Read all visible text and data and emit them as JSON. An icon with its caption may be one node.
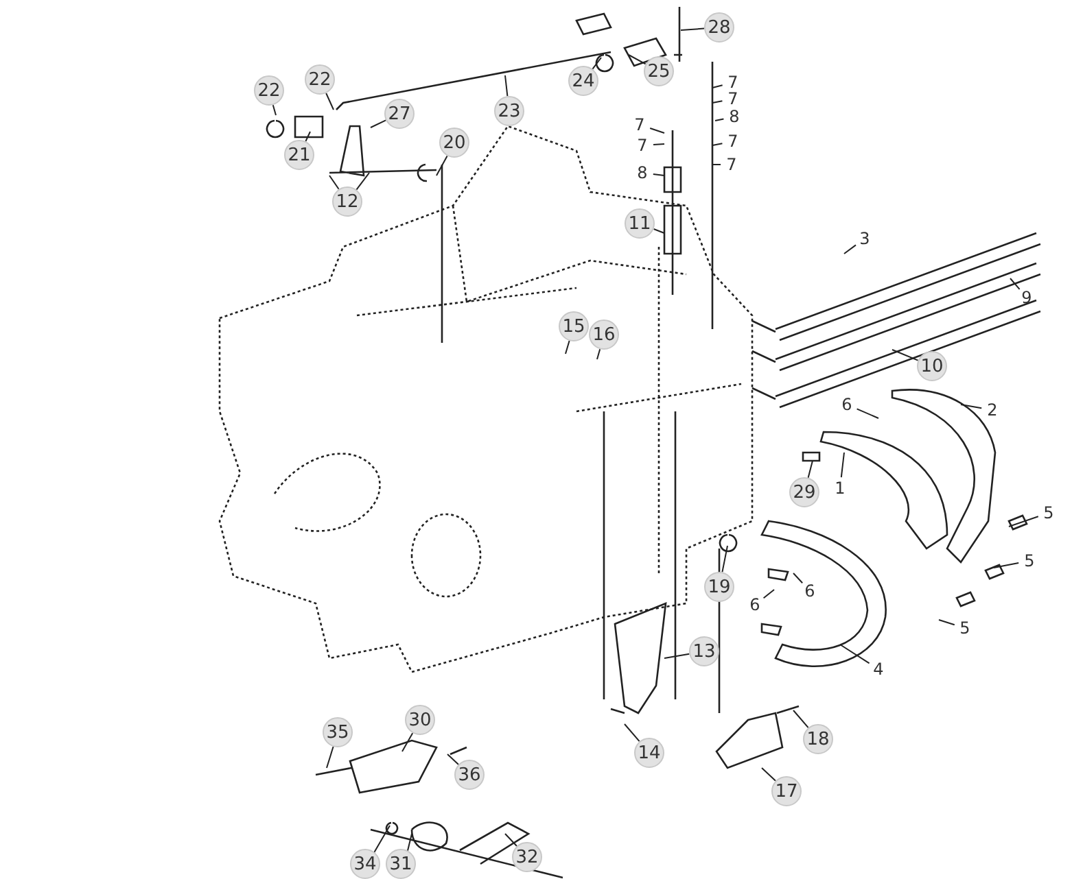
{
  "diagram": {
    "nodes": [
      {
        "text": [
          "28"
        ]
      },
      {
        "text": [
          "25"
        ]
      },
      {
        "text": [
          "24"
        ]
      },
      {
        "text": [
          "22"
        ]
      },
      {
        "text": [
          "22"
        ]
      },
      {
        "text": [
          "27"
        ]
      },
      {
        "text": [
          "23"
        ]
      },
      {
        "text": [
          "21"
        ]
      },
      {
        "text": [
          "20"
        ]
      },
      {
        "text": [
          "12"
        ]
      },
      {
        "text": [
          "7"
        ]
      },
      {
        "text": [
          "7"
        ]
      },
      {
        "text": [
          "8"
        ]
      },
      {
        "text": [
          "7"
        ]
      },
      {
        "text": [
          "7"
        ]
      },
      {
        "text": [
          "8"
        ]
      },
      {
        "text": [
          "7"
        ]
      },
      {
        "text": [
          "7"
        ]
      },
      {
        "text": [
          "11"
        ]
      },
      {
        "text": [
          "3"
        ]
      },
      {
        "text": [
          "9"
        ]
      },
      {
        "text": [
          "15"
        ]
      },
      {
        "text": [
          "16"
        ]
      },
      {
        "text": [
          "10"
        ]
      },
      {
        "text": [
          "2"
        ]
      },
      {
        "text": [
          "6"
        ]
      },
      {
        "text": [
          "29"
        ]
      },
      {
        "text": [
          "1"
        ]
      },
      {
        "text": [
          "5"
        ]
      },
      {
        "text": [
          "5"
        ]
      },
      {
        "text": [
          "19"
        ]
      },
      {
        "text": [
          "6"
        ]
      },
      {
        "text": [
          "6"
        ]
      },
      {
        "text": [
          "5"
        ]
      },
      {
        "text": [
          "13"
        ]
      },
      {
        "text": [
          "4"
        ]
      },
      {
        "text": [
          "30"
        ]
      },
      {
        "text": [
          "35"
        ]
      },
      {
        "text": [
          "18"
        ]
      },
      {
        "text": [
          "14"
        ]
      },
      {
        "text": [
          "36"
        ]
      },
      {
        "text": [
          "17"
        ]
      },
      {
        "text": [
          "32"
        ]
      },
      {
        "text": [
          "34"
        ]
      },
      {
        "text": [
          "31"
        ]
      }
    ],
    "edges": [
      {
        "from": 0,
        "to": null,
        "arrow": "none"
      },
      {
        "from": 1,
        "to": null,
        "arrow": "none"
      },
      {
        "from": 2,
        "to": null,
        "arrow": "none"
      },
      {
        "from": 3,
        "to": null,
        "arrow": "none"
      },
      {
        "from": 4,
        "to": null,
        "arrow": "none"
      },
      {
        "from": 5,
        "to": null,
        "arrow": "none"
      },
      {
        "from": 6,
        "to": null,
        "arrow": "none"
      },
      {
        "from": 7,
        "to": null,
        "arrow": "none"
      },
      {
        "from": 8,
        "to": null,
        "arrow": "none"
      },
      {
        "from": 9,
        "to": null,
        "arrow": "none"
      },
      {
        "from": 9,
        "to": null,
        "arrow": "none"
      },
      {
        "from": 10,
        "to": null,
        "arrow": "none"
      },
      {
        "from": 11,
        "to": null,
        "arrow": "none"
      },
      {
        "from": 12,
        "to": null,
        "arrow": "none"
      },
      {
        "from": 13,
        "to": null,
        "arrow": "none"
      },
      {
        "from": 14,
        "to": null,
        "arrow": "none"
      },
      {
        "from": 15,
        "to": null,
        "arrow": "none"
      },
      {
        "from": 16,
        "to": null,
        "arrow": "none"
      },
      {
        "from": 17,
        "to": null,
        "arrow": "none"
      },
      {
        "from": 18,
        "to": null,
        "arrow": "none"
      },
      {
        "from": 19,
        "to": null,
        "arrow": "none"
      },
      {
        "from": 20,
        "to": null,
        "arrow": "none"
      },
      {
        "from": 21,
        "to": null,
        "arrow": "none"
      },
      {
        "from": 22,
        "to": null,
        "arrow": "none"
      },
      {
        "from": 23,
        "to": null,
        "arrow": "none"
      },
      {
        "from": 24,
        "to": null,
        "arrow": "none"
      },
      {
        "from": 25,
        "to": null,
        "arrow": "none"
      },
      {
        "from": 26,
        "to": null,
        "arrow": "none"
      },
      {
        "from": 27,
        "to": null,
        "arrow": "none"
      },
      {
        "from": 28,
        "to": null,
        "arrow": "none"
      },
      {
        "from": 29,
        "to": null,
        "arrow": "none"
      },
      {
        "from": 30,
        "to": null,
        "arrow": "none"
      },
      {
        "from": 31,
        "to": null,
        "arrow": "none"
      },
      {
        "from": 32,
        "to": null,
        "arrow": "none"
      },
      {
        "from": 33,
        "to": null,
        "arrow": "none"
      },
      {
        "from": 34,
        "to": null,
        "arrow": "none"
      },
      {
        "from": 35,
        "to": null,
        "arrow": "none"
      },
      {
        "from": 36,
        "to": null,
        "arrow": "none"
      },
      {
        "from": 37,
        "to": null,
        "arrow": "none"
      },
      {
        "from": 38,
        "to": null,
        "arrow": "none"
      },
      {
        "from": 39,
        "to": null,
        "arrow": "none"
      },
      {
        "from": 40,
        "to": null,
        "arrow": "none"
      },
      {
        "from": 41,
        "to": null,
        "arrow": "none"
      },
      {
        "from": 42,
        "to": null,
        "arrow": "none"
      },
      {
        "from": 43,
        "to": null,
        "arrow": "none"
      },
      {
        "from": 44,
        "to": null,
        "arrow": "none"
      }
    ]
  }
}
